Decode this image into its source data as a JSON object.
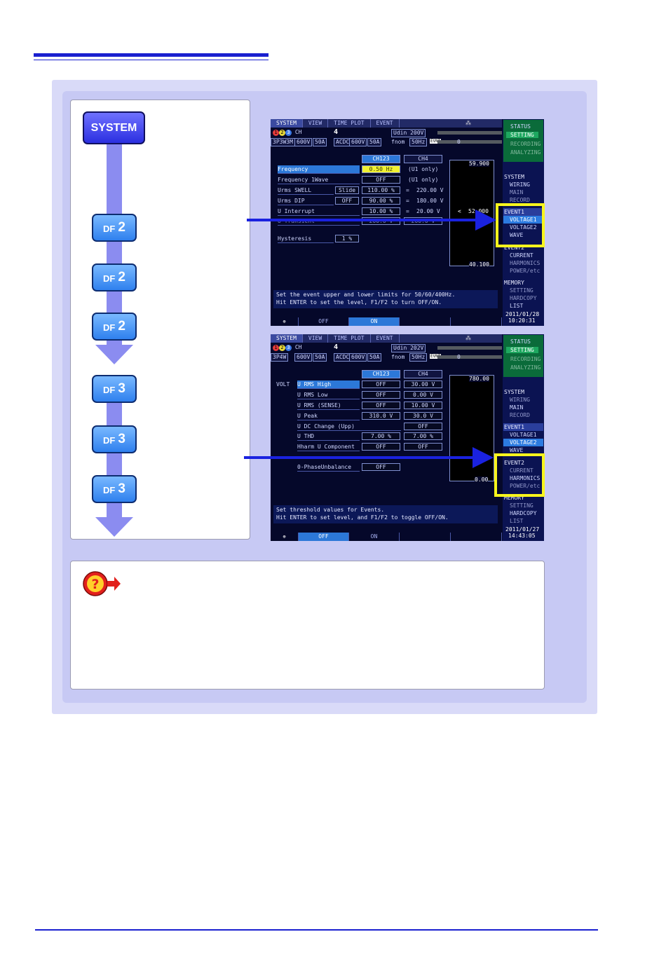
{
  "flow": {
    "system_key": "SYSTEM",
    "df_label": "DF",
    "df_keys": [
      "2",
      "2",
      "2",
      "3",
      "3",
      "3"
    ]
  },
  "screen1": {
    "tabs": [
      "SYSTEM",
      "VIEW",
      "TIME PLOT",
      "EVENT"
    ],
    "indicator": "⁂",
    "header": {
      "ch": "CH",
      "ch4": "4",
      "wiring": "3P3W3M",
      "range_v": "600V",
      "range_a": "50A",
      "acdc": "ACDC",
      "range_v2": "600V",
      "range_a2": "50A",
      "udin": "Udin 200V",
      "fnom_label": "fnom",
      "fnom": "50Hz",
      "evnt": "EVNT",
      "count": "0"
    },
    "col_headers": [
      "CH123",
      "CH4"
    ],
    "rows": [
      {
        "label": "Frequency",
        "v1": "0.50 Hz",
        "v2": "(U1 only)"
      },
      {
        "label": "Frequency 1Wave",
        "v1": "OFF",
        "v2": "(U1 only)"
      },
      {
        "label": "Urms SWELL",
        "mid": "Slide",
        "v1": "110.00 %",
        "eq": "=",
        "v2": "220.00 V"
      },
      {
        "label": "Urms DIP",
        "mid": "OFF",
        "v1": "90.00 %",
        "eq": "=",
        "v2": "180.00 V"
      },
      {
        "label": "U Interrupt",
        "v1": "10.00 %",
        "eq": "=",
        "v2": "20.00 V"
      },
      {
        "label": "U Transient",
        "v1": "200.0 V",
        "v2": "200.0 V"
      }
    ],
    "hysteresis_label": "Hysteresis",
    "hysteresis_value": "1 %",
    "graph_top": "59.900",
    "graph_mid": "52.000",
    "graph_bottom": "40.100",
    "graph_mark": "<",
    "message": [
      "Set the event upper and lower limits for 50/60/400Hz.",
      "Hit ENTER to set the level, F1/F2 to turn OFF/ON."
    ],
    "fkeys": [
      "OFF",
      "ON"
    ],
    "side": {
      "status": "STATUS",
      "setting": "SETTING",
      "recording": "RECORDING",
      "analyzing": "ANALYZING",
      "system": "SYSTEM",
      "wiring": "WIRING",
      "main": "MAIN",
      "record": "RECORD",
      "event1": "EVENT1",
      "voltage1": "VOLTAGE1",
      "voltage2": "VOLTAGE2",
      "wave": "WAVE",
      "event2": "EVENT2",
      "current": "CURRENT",
      "harmonics": "HARMONICS",
      "power": "POWER/etc",
      "memory": "MEMORY",
      "msetting": "SETTING",
      "hardcopy": "HARDCOPY",
      "list": "LIST",
      "date": "2011/01/28",
      "time": "10:20:31"
    }
  },
  "screen2": {
    "tabs": [
      "SYSTEM",
      "VIEW",
      "TIME PLOT",
      "EVENT"
    ],
    "indicator": "⁂",
    "header": {
      "ch": "CH",
      "ch4": "4",
      "wiring": "3P4W",
      "range_v": "600V",
      "range_a": "50A",
      "acdc": "ACDC",
      "range_v2": "600V",
      "range_a2": "50A",
      "udin": "Udin 202V",
      "fnom_label": "fnom",
      "fnom": "50Hz",
      "evnt": "EVNT",
      "count": "0"
    },
    "col_headers": [
      "CH123",
      "CH4"
    ],
    "volt_label": "VOLT",
    "rows": [
      {
        "label": "U RMS High",
        "v1": "OFF",
        "v2": "30.00 V"
      },
      {
        "label": "U RMS Low",
        "v1": "OFF",
        "v2": "0.00 V"
      },
      {
        "label": "U RMS (SENSE)",
        "v1": "OFF",
        "v2": "10.00 V"
      },
      {
        "label": "U Peak",
        "v1": "310.0 V",
        "v2": "30.0 V"
      },
      {
        "label": "U DC Change  (Upp)",
        "v1": "",
        "v2": "OFF"
      },
      {
        "label": "U THD",
        "v1": "7.00 %",
        "v2": "7.00 %"
      },
      {
        "label": "Hharm U Component",
        "v1": "OFF",
        "v2": "OFF"
      }
    ],
    "unbalance_label": "0-PhaseUnbalance",
    "unbalance_value": "OFF",
    "graph_top": "780.00",
    "graph_bottom": "0.00",
    "message": [
      "Set threshold values for Events.",
      "Hit ENTER to set level, and F1/F2 to toggle OFF/ON."
    ],
    "fkeys": [
      "OFF",
      "ON"
    ],
    "side": {
      "status": "STATUS",
      "setting": "SETTING",
      "recording": "RECORDING",
      "analyzing": "ANALYZING",
      "system": "SYSTEM",
      "wiring": "WIRING",
      "main": "MAIN",
      "record": "RECORD",
      "event1": "EVENT1",
      "voltage1": "VOLTAGE1",
      "voltage2": "VOLTAGE2",
      "wave": "WAVE",
      "event2": "EVENT2",
      "current": "CURRENT",
      "harmonics": "HARMONICS",
      "power": "POWER/etc",
      "memory": "MEMORY",
      "msetting": "SETTING",
      "hardcopy": "HARDCOPY",
      "list": "LIST",
      "date": "2011/01/27",
      "time": "14:43:05"
    }
  },
  "colors": {
    "accent": "#1a20d0",
    "panel": "#d9daf8",
    "highlight": "#f8f51c"
  },
  "icons": {
    "help": "help-arrow-icon"
  }
}
